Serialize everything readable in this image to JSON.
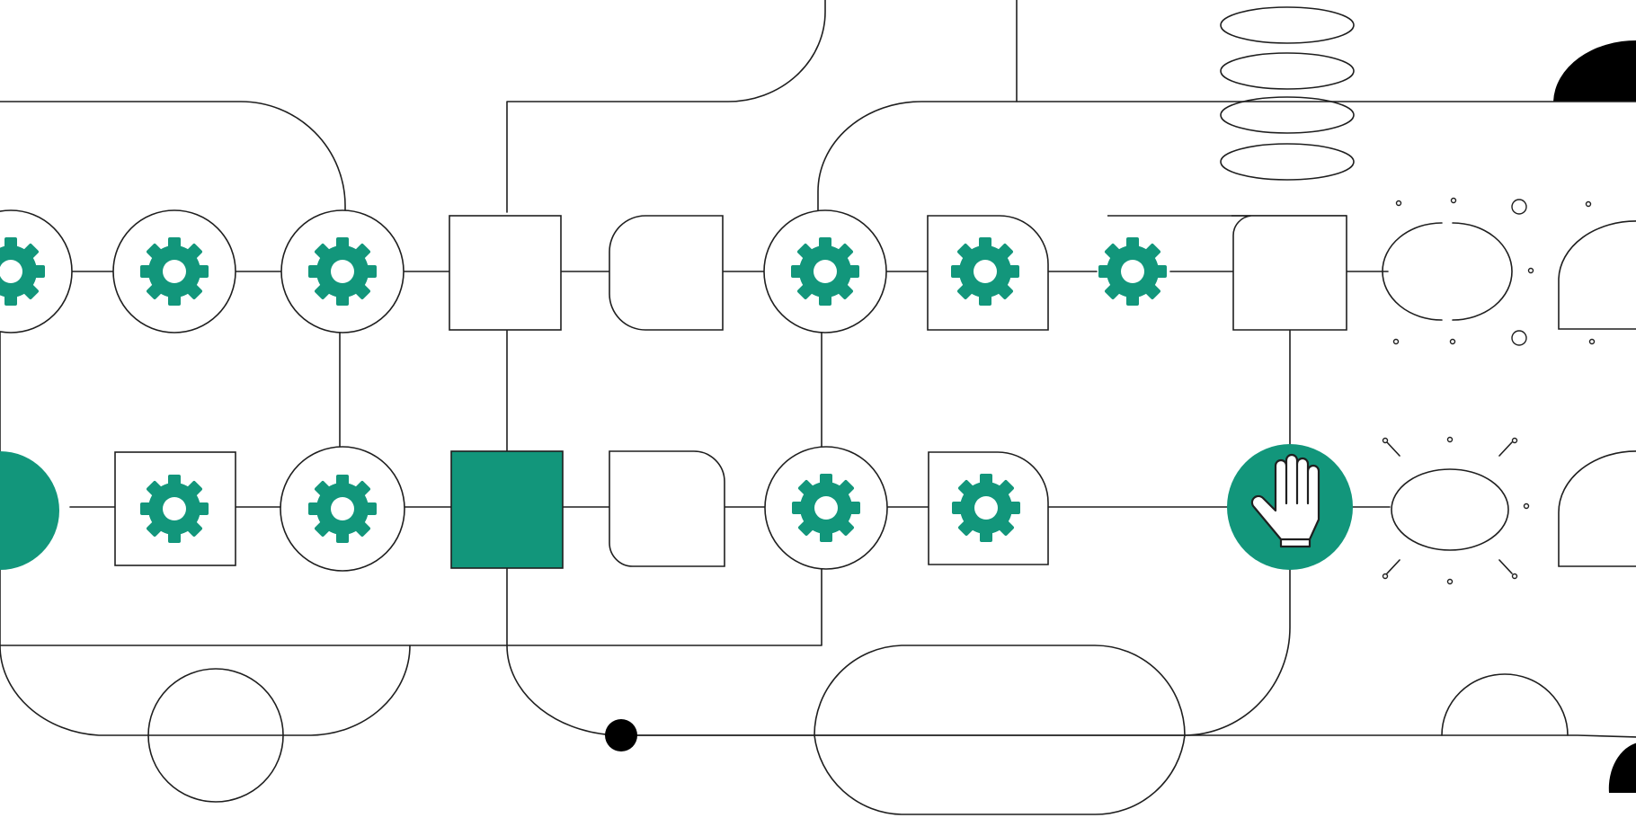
{
  "colors": {
    "accent": "#12967b",
    "ink": "#1f1f1f",
    "background": "#ffffff",
    "black": "#000000"
  },
  "icons": {
    "gear": "gear-icon",
    "hand": "hand-cursor-icon"
  },
  "rows": [
    {
      "name": "top-row",
      "nodes": [
        {
          "type": "circle",
          "icon": "gear",
          "fill": false
        },
        {
          "type": "circle",
          "icon": "gear",
          "fill": false
        },
        {
          "type": "circle",
          "icon": "gear",
          "fill": false
        },
        {
          "type": "square",
          "icon": null,
          "fill": false
        },
        {
          "type": "rounded-left-square",
          "icon": null,
          "fill": false
        },
        {
          "type": "circle",
          "icon": "gear",
          "fill": false
        },
        {
          "type": "rounded-right-square",
          "icon": "gear",
          "fill": false
        },
        {
          "type": "bare",
          "icon": "gear",
          "fill": false
        },
        {
          "type": "square",
          "icon": null,
          "fill": false
        },
        {
          "type": "glowing-ellipse",
          "icon": null,
          "fill": false
        },
        {
          "type": "arch",
          "icon": null,
          "fill": false
        }
      ]
    },
    {
      "name": "bottom-row",
      "nodes": [
        {
          "type": "half-disc",
          "icon": null,
          "fill": true
        },
        {
          "type": "square",
          "icon": "gear",
          "fill": false
        },
        {
          "type": "circle",
          "icon": "gear",
          "fill": false
        },
        {
          "type": "square",
          "icon": null,
          "fill": true
        },
        {
          "type": "rounded-right-square",
          "icon": null,
          "fill": false
        },
        {
          "type": "circle",
          "icon": "gear",
          "fill": false
        },
        {
          "type": "rounded-right-square",
          "icon": "gear",
          "fill": false
        },
        {
          "type": "circle",
          "icon": "hand",
          "fill": true
        },
        {
          "type": "glowing-ellipse",
          "icon": null,
          "fill": false
        },
        {
          "type": "arch",
          "icon": null,
          "fill": false
        }
      ]
    }
  ]
}
